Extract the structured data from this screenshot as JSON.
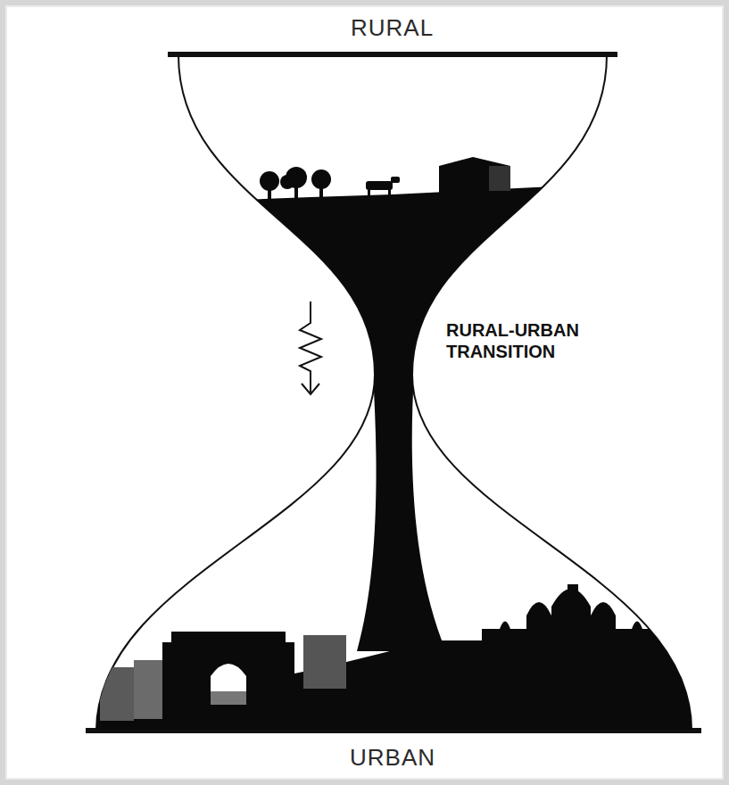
{
  "diagram": {
    "labels": [
      "RURAL",
      "RURAL-URBAN TRANSITION",
      "URBAN"
    ]
  }
}
